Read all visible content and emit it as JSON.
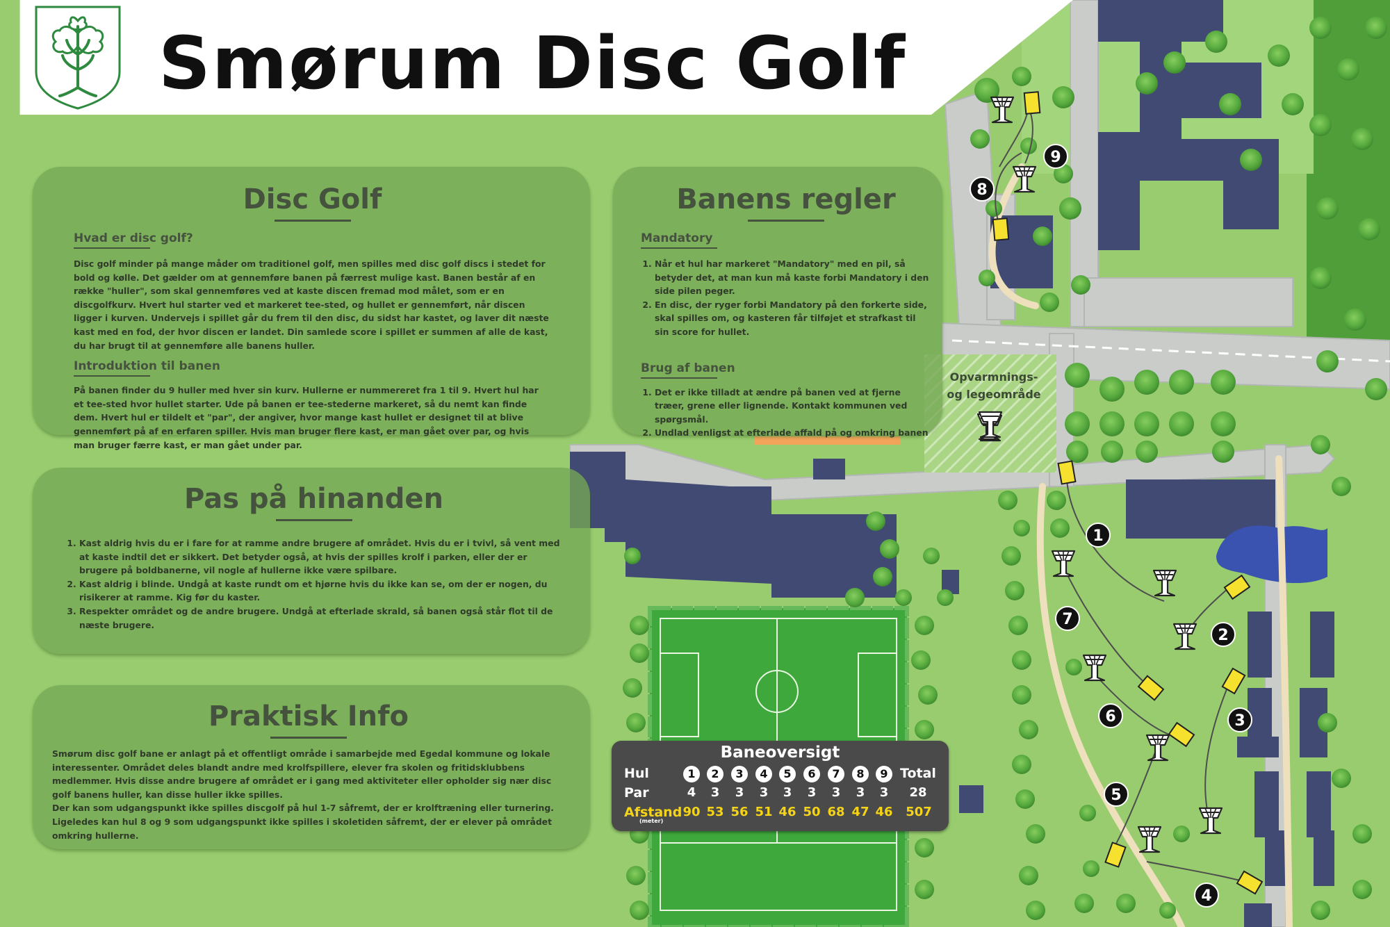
{
  "header": {
    "title": "Smørum Disc Golf",
    "crest_icon": "tree-crest-icon"
  },
  "panels": {
    "discgolf": {
      "heading": "Disc Golf",
      "sub1": "Hvad er disc golf?",
      "text1": "Disc golf minder på mange måder om traditionel golf, men spilles med disc golf discs i stedet for bold og kølle. Det gælder om at gennemføre banen på færrest mulige kast. Banen består af en række \"huller\", som skal gennemføres ved at kaste discen fremad mod målet, som er en discgolfkurv. Hvert hul starter ved et markeret tee-sted, og hullet er gennemført, når discen ligger i kurven. Undervejs i spillet går du frem til den disc, du sidst har kastet, og laver dit næste kast med en fod, der hvor discen er landet. Din samlede score i spillet er summen af alle de kast, du har brugt til at gennemføre alle banens huller.",
      "sub2": "Introduktion til banen",
      "text2": "På banen finder du 9 huller med hver sin kurv. Hullerne er nummereret fra 1 til 9. Hvert hul har et tee-sted hvor hullet starter. Ude på banen er tee-stederne markeret, så du nemt kan finde dem. Hvert hul er tildelt et \"par\", der angiver, hvor mange kast hullet er designet til at blive gennemført på af en erfaren spiller. Hvis man bruger flere kast, er man gået over par, og hvis man bruger færre kast, er man gået under par."
    },
    "rules": {
      "heading": "Banens regler",
      "sub1": "Mandatory",
      "items1": [
        "Når et hul har markeret \"Mandatory\" med en pil, så betyder det, at man kun må kaste forbi Mandatory i den side pilen peger.",
        "En disc, der ryger forbi Mandatory på den forkerte side, skal spilles om, og kasteren får tilføjet et strafkast til sin score for hullet."
      ],
      "sub2": "Brug af banen",
      "items2": [
        "Det er ikke tilladt at ændre på banen ved at fjerne træer, grene eller lignende. Kontakt kommunen ved spørgsmål.",
        "Undlad venligst at efterlade affald på og omkring banen"
      ]
    },
    "pas": {
      "heading": "Pas på hinanden",
      "items": [
        "Kast aldrig hvis du er i fare for at ramme andre brugere af området. Hvis du er i tvivl, så vent med at kaste indtil det er sikkert. Det betyder også, at hvis der spilles krolf i parken, eller der er brugere på boldbanerne, vil nogle af hullerne ikke være spilbare.",
        "Kast aldrig i blinde. Undgå at kaste rundt om et hjørne hvis du ikke kan se, om der er nogen, du risikerer at ramme. Kig før du kaster.",
        "Respekter området og de andre brugere. Undgå at efterlade skrald, så banen også står flot til de næste brugere."
      ]
    },
    "info": {
      "heading": "Praktisk Info",
      "text1": "Smørum disc golf bane er anlagt på et offentligt område i samarbejde med Egedal kommune og lokale interessenter. Området deles blandt andre med krolfspillere, elever fra skolen og fritidsklubbens medlemmer. Hvis disse andre brugere af området er i gang med aktiviteter eller opholder sig nær disc golf banens huller, kan disse huller ikke spilles.",
      "text2": "Der kan som udgangspunkt ikke spilles discgolf på hul 1-7 såfremt, der er krolftræning eller turnering. Ligeledes kan hul 8 og 9 som udgangspunkt ikke spilles i skoletiden såfremt, der er elever på området omkring hullerne."
    }
  },
  "map": {
    "warmup_label_line1": "Opvarmnings-",
    "warmup_label_line2": "og legeområde",
    "basket_icon": "disc-golf-basket-icon",
    "tee_icon": "tee-marker-icon",
    "hole_labels": [
      "1",
      "2",
      "3",
      "4",
      "5",
      "6",
      "7",
      "8",
      "9"
    ]
  },
  "scorecard": {
    "title": "Baneoversigt",
    "hole_label": "Hul",
    "par_label": "Par",
    "distance_label": "Afstand",
    "distance_unit": "(meter)",
    "total_label": "Total",
    "holes": [
      "1",
      "2",
      "3",
      "4",
      "5",
      "6",
      "7",
      "8",
      "9"
    ],
    "par": [
      "4",
      "3",
      "3",
      "3",
      "3",
      "3",
      "3",
      "3",
      "3"
    ],
    "par_total": "28",
    "distance": [
      "90",
      "53",
      "56",
      "51",
      "46",
      "50",
      "68",
      "47",
      "46"
    ],
    "distance_total": "507"
  },
  "colors": {
    "grass": "#98cc6e",
    "building": "#414a73",
    "road": "#c9ccc9",
    "tree": "#5fae44",
    "tee": "#f5e12e",
    "panel": "#76a854",
    "pitch": "#3fa83c",
    "water": "#3a52b0",
    "path": "#efe0bd",
    "scorecard_bg": "#4a4a4a",
    "scorecard_accent": "#f5d418"
  }
}
